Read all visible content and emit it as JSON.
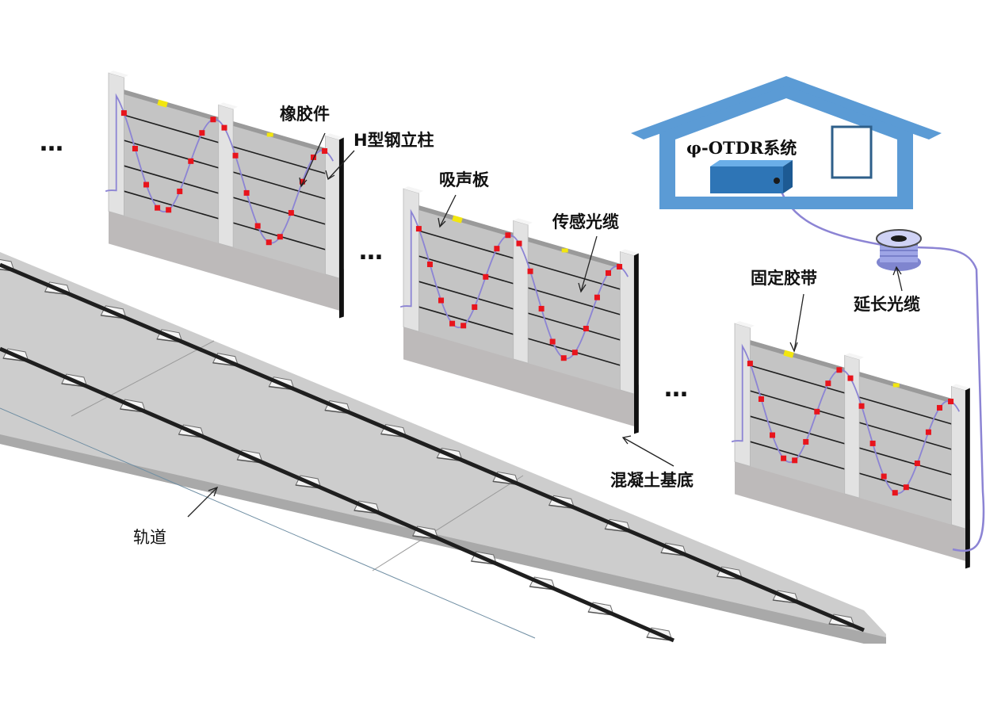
{
  "labels": {
    "rubber_part": "橡胶件",
    "h_steel_column": "H型钢立柱",
    "sound_panel": "吸声板",
    "sensing_cable": "传感光缆",
    "fixing_tape": "固定胶带",
    "extension_cable": "延长光缆",
    "concrete_base": "混凝土基底",
    "track": "轨道",
    "system": "φ-OTDR系统",
    "ellipsis": "…"
  },
  "colors": {
    "house": "#5b9bd5",
    "device": "#2e75b6",
    "fiber": "#8c84d4",
    "marker": "#e8141c",
    "tape": "#f2e60f",
    "panel": "#c4c4c4",
    "column": "#e2e2e2",
    "base": "#bdbaba"
  }
}
